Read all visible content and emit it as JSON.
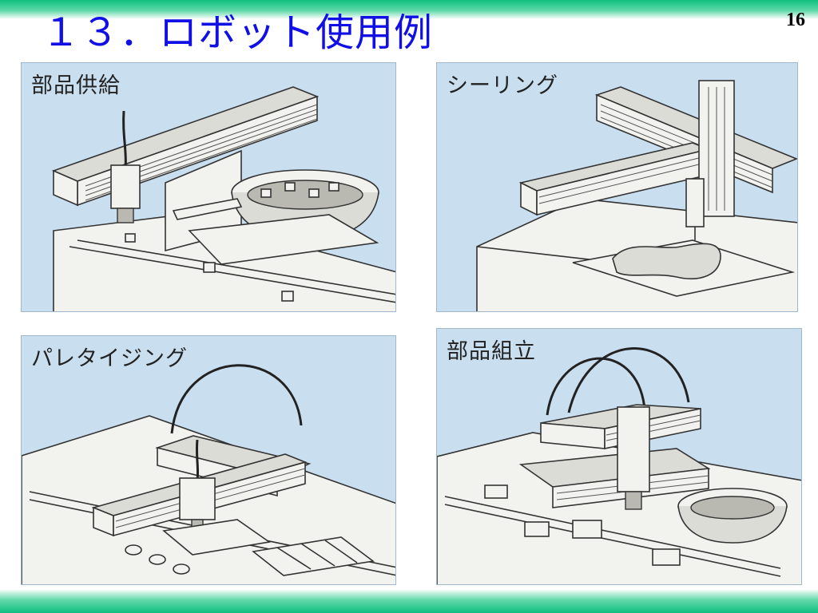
{
  "slide": {
    "title": "１３．ロボット使用例",
    "page_number": "16",
    "accent_color": "#1010e6",
    "band_color": "#0fbf7f"
  },
  "panels": [
    {
      "label": "部品供給"
    },
    {
      "label": "シーリング"
    },
    {
      "label": "パレタイジング"
    },
    {
      "label": "部品組立"
    }
  ]
}
